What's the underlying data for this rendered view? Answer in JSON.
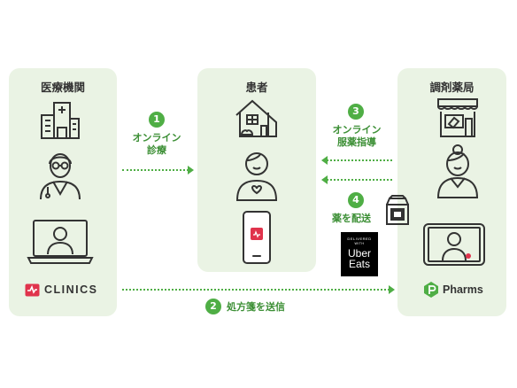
{
  "panels": {
    "clinic": {
      "title": "医療機関"
    },
    "patient": {
      "title": "患者"
    },
    "pharmacy": {
      "title": "調剤薬局"
    }
  },
  "steps": [
    {
      "num": "1",
      "label": "オンライン\n診療"
    },
    {
      "num": "2",
      "label": "処方箋を送信"
    },
    {
      "num": "3",
      "label": "オンライン\n服薬指導"
    },
    {
      "num": "4",
      "label": "薬を配送"
    }
  ],
  "logos": {
    "clinics": "CLINICS",
    "pharms": "Pharms",
    "uber_top": "DELIVERED",
    "uber_with": "WITH",
    "uber_line1": "Uber",
    "uber_line2": "Eats"
  },
  "colors": {
    "accent": "#4fae45",
    "panel_bg": "#eaf3e4",
    "clinics_red": "#e0334c"
  },
  "icons": [
    "hospital-icon",
    "doctor-icon",
    "laptop-doctor-icon",
    "house-icon",
    "patient-icon",
    "smartphone-icon",
    "pharmacy-store-icon",
    "pharmacist-icon",
    "tablet-pharmacist-icon",
    "medicine-bag-icon"
  ]
}
